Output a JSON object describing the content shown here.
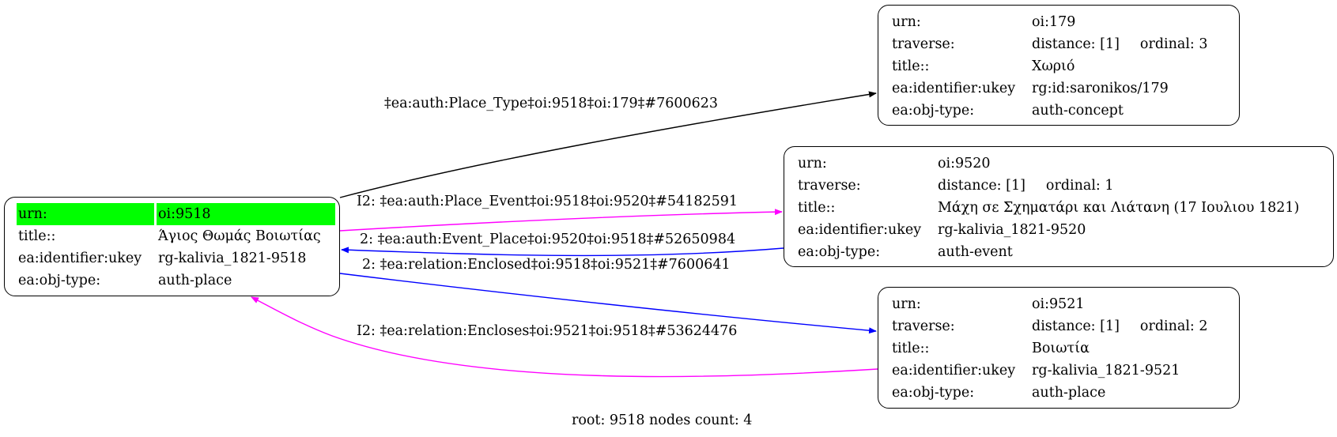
{
  "graph": {
    "root": {
      "rows": [
        {
          "key": "urn:",
          "value": "oi:9518",
          "highlight": true
        },
        {
          "key": "title::",
          "value": "Άγιος Θωμάς Βοιωτίας"
        },
        {
          "key": "ea:identifier:ukey",
          "value": "rg-kalivia_1821-9518"
        },
        {
          "key": "ea:obj-type:",
          "value": "auth-place"
        }
      ]
    },
    "nodes": [
      {
        "id": "oi:179",
        "urn_key": "urn:",
        "urn": "oi:179",
        "traverse_key": "traverse:",
        "distance": "distance: [1]",
        "ordinal": "ordinal: 3",
        "title_key": "title::",
        "title": "Χωριό",
        "ukey_key": "ea:identifier:ukey",
        "ukey": "rg:id:saronikos/179",
        "type_key": "ea:obj-type:",
        "type": "auth-concept"
      },
      {
        "id": "oi:9520",
        "urn_key": "urn:",
        "urn": "oi:9520",
        "traverse_key": "traverse:",
        "distance": "distance: [1]",
        "ordinal": "ordinal: 1",
        "title_key": "title::",
        "title": "Μάχη σε Σχηματάρι και Λιάτανη (17 Ιουλιου 1821)",
        "ukey_key": "ea:identifier:ukey",
        "ukey": "rg-kalivia_1821-9520",
        "type_key": "ea:obj-type:",
        "type": "auth-event"
      },
      {
        "id": "oi:9521",
        "urn_key": "urn:",
        "urn": "oi:9521",
        "traverse_key": "traverse:",
        "distance": "distance: [1]",
        "ordinal": "ordinal: 2",
        "title_key": "title::",
        "title": "Βοιωτία",
        "ukey_key": "ea:identifier:ukey",
        "ukey": "rg-kalivia_1821-9521",
        "type_key": "ea:obj-type:",
        "type": "auth-place"
      }
    ],
    "edges": [
      {
        "label": "‡ea:auth:Place_Type‡oi:9518‡oi:179‡#7600623",
        "from": "oi:9518",
        "to": "oi:179",
        "color": "#000000"
      },
      {
        "label": "I2: ‡ea:auth:Place_Event‡oi:9518‡oi:9520‡#54182591",
        "from": "oi:9518",
        "to": "oi:9520",
        "color": "#ff00ff"
      },
      {
        "label": "2: ‡ea:auth:Event_Place‡oi:9520‡oi:9518‡#52650984",
        "from": "oi:9520",
        "to": "oi:9518",
        "color": "#0000ff"
      },
      {
        "label": "2: ‡ea:relation:Enclosed‡oi:9518‡oi:9521‡#7600641",
        "from": "oi:9518",
        "to": "oi:9521",
        "color": "#0000ff"
      },
      {
        "label": "I2: ‡ea:relation:Encloses‡oi:9521‡oi:9518‡#53624476",
        "from": "oi:9521",
        "to": "oi:9518",
        "color": "#ff00ff"
      }
    ],
    "footer": "root: 9518 nodes count: 4",
    "highlight_color": "#00ff00"
  }
}
